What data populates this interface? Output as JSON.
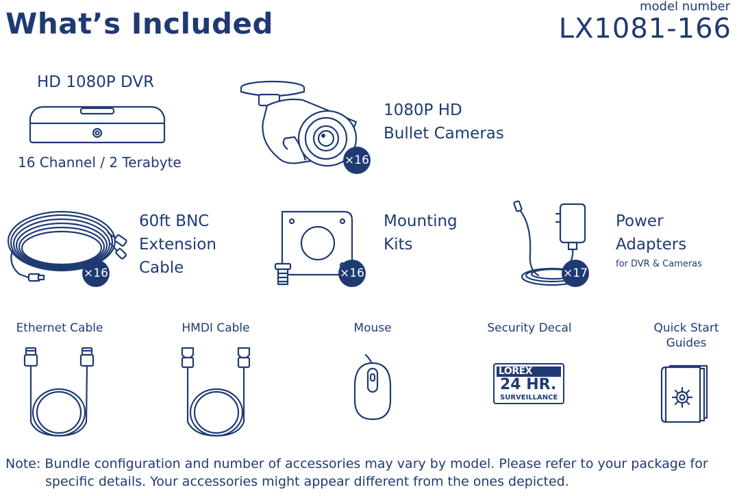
{
  "header": {
    "title": "What’s Included",
    "model_label": "model number",
    "model_number": "LX1081-166"
  },
  "items": {
    "dvr": {
      "label": "HD 1080P DVR",
      "subtitle": "16 Channel / 2 Terabyte",
      "icon": "dvr-icon"
    },
    "camera": {
      "label_line1": "1080P HD",
      "label_line2": "Bullet Cameras",
      "count": "×16",
      "icon": "bullet-camera-icon"
    },
    "bnc_cable": {
      "label_line1": "60ft BNC",
      "label_line2": "Extension",
      "label_line3": "Cable",
      "count": "×16",
      "icon": "bnc-cable-icon"
    },
    "mounting_kit": {
      "label_line1": "Mounting",
      "label_line2": "Kits",
      "count": "×16",
      "icon": "mounting-kit-icon"
    },
    "power_adapter": {
      "label_line1": "Power",
      "label_line2": "Adapters",
      "note": "for DVR & Cameras",
      "count": "×17",
      "icon": "power-adapter-icon"
    },
    "ethernet": {
      "label": "Ethernet Cable",
      "icon": "ethernet-cable-icon"
    },
    "hdmi": {
      "label": "HMDI Cable",
      "icon": "hdmi-cable-icon"
    },
    "mouse": {
      "label": "Mouse",
      "icon": "mouse-icon"
    },
    "decal": {
      "label": "Security Decal",
      "brand": "LOREX",
      "big_text": "24 HR.",
      "small_text": "SURVEILLANCE",
      "icon": "security-decal-icon"
    },
    "guides": {
      "label_line1": "Quick Start",
      "label_line2": "Guides",
      "icon": "guide-book-icon"
    }
  },
  "note": {
    "line1": "Note: Bundle configuration and number of accessories may vary by model. Please refer to your package for",
    "line2": "specific details. Your accessories might appear different from the ones depicted."
  },
  "colors": {
    "brand_navy": "#1f3a73",
    "background": "#ffffff"
  }
}
